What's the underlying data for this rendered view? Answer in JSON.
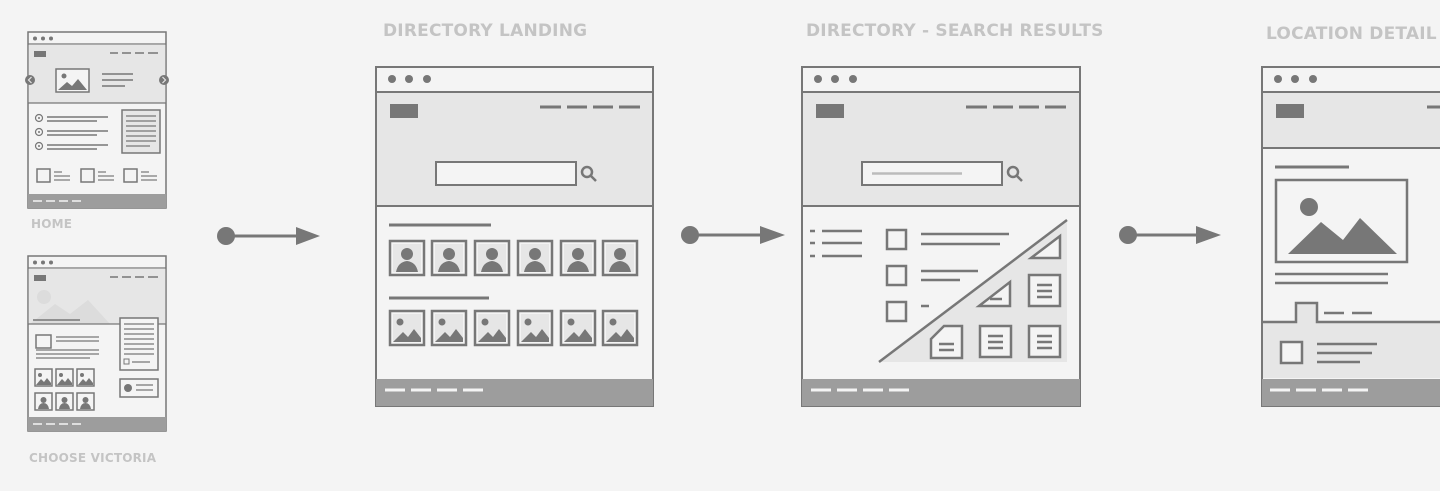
{
  "screens": {
    "home": {
      "label": "HOME"
    },
    "choose_victoria": {
      "label": "CHOOSE VICTORIA"
    },
    "directory_landing": {
      "label": "DIRECTORY LANDING"
    },
    "search_results": {
      "label": "DIRECTORY - SEARCH RESULTS"
    },
    "location_detail": {
      "label": "LOCATION DETAIL"
    }
  },
  "colors": {
    "background": "#f4f4f4",
    "stroke": "#777777",
    "fill_light": "#e6e6e6",
    "fill_dark": "#9d9d9d",
    "label": "#c4c4c4"
  },
  "icons": [
    "search-icon",
    "arrow-right-icon",
    "person-icon",
    "image-icon",
    "document-icon",
    "chevron-left-icon",
    "chevron-right-icon",
    "pin-icon"
  ]
}
